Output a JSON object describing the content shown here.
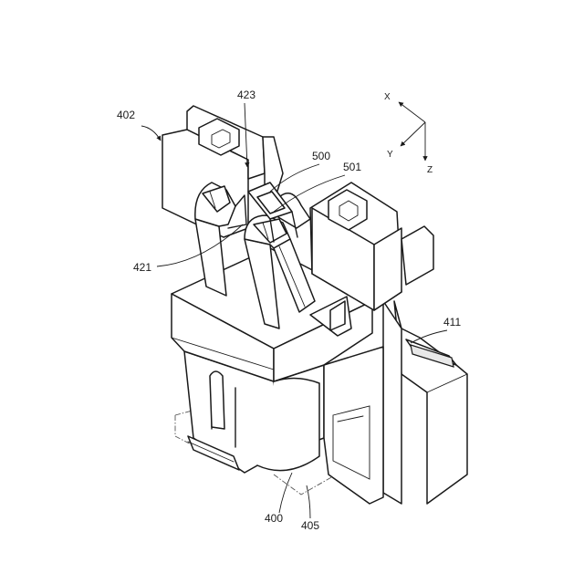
{
  "figure": {
    "labels": {
      "l402": "402",
      "l423": "423",
      "l500": "500",
      "l501": "501",
      "l421": "421",
      "l411": "411",
      "l400": "400",
      "l405": "405"
    },
    "axes": {
      "x": "X",
      "y": "Y",
      "z": "Z"
    }
  }
}
